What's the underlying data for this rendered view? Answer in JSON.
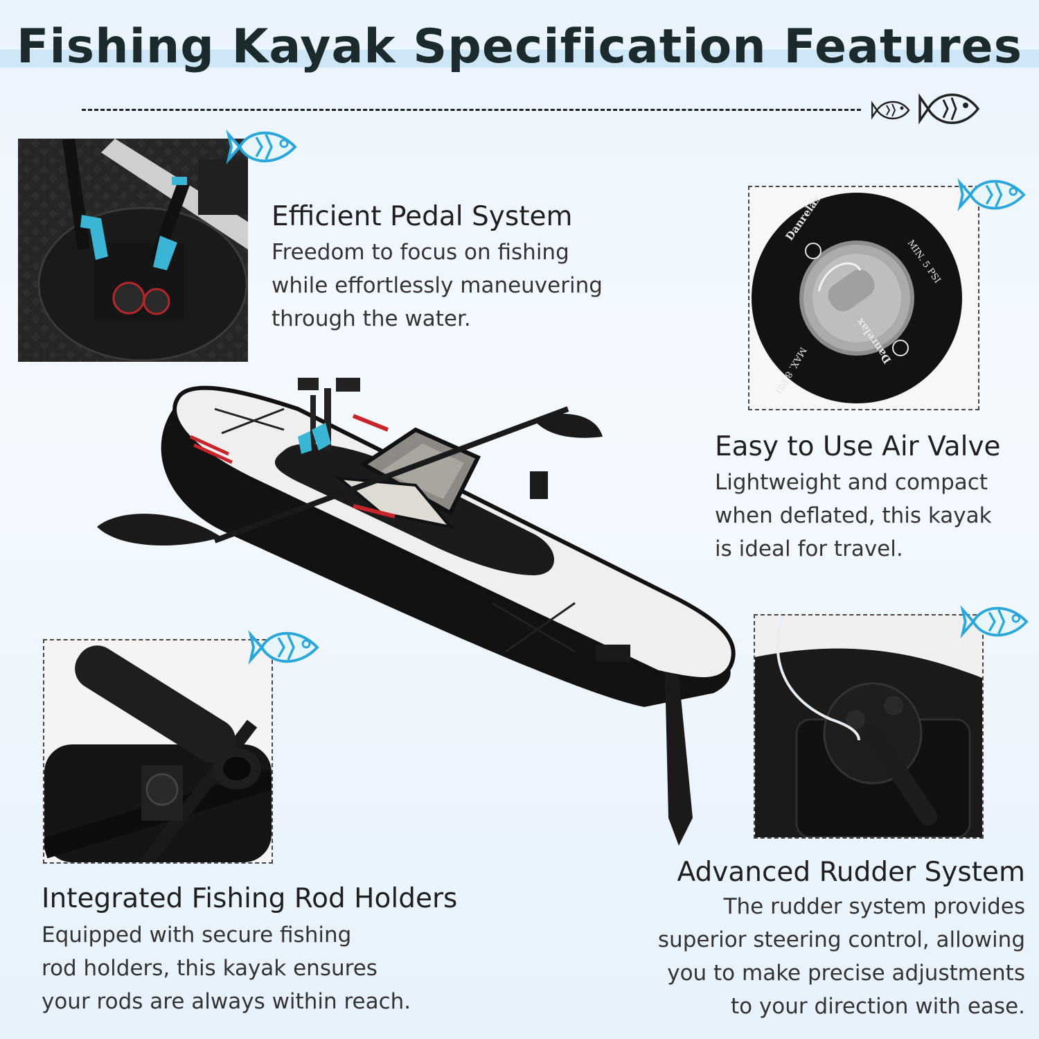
{
  "title": "Fishing Kayak Specification Features",
  "colors": {
    "accent_fish": "#2aa7d8",
    "title_highlight": "#cfe6f7",
    "dark": "#1b2a2c"
  },
  "features": [
    {
      "title": "Efficient Pedal System",
      "lines": [
        "Freedom to focus on fishing",
        "while effortlessly maneuvering",
        "through the water."
      ]
    },
    {
      "title": "Easy to Use Air Valve",
      "lines": [
        "Lightweight and compact",
        "when deflated, this kayak",
        "is ideal for travel."
      ]
    },
    {
      "title": "Integrated Fishing Rod Holders",
      "lines": [
        "Equipped with secure fishing",
        "rod holders, this kayak ensures",
        "your rods are always within reach."
      ]
    },
    {
      "title": "Advanced Rudder System",
      "lines": [
        "The rudder system provides",
        "superior steering control, allowing",
        "you to make precise adjustments",
        "to your direction with ease."
      ]
    }
  ],
  "valve": {
    "brand": "Danrelax",
    "min_label": "MIN. 5 PSI",
    "max_label": "MAX. 8 PSI"
  },
  "icons": [
    "fish-icon",
    "fish-outline-icon"
  ]
}
